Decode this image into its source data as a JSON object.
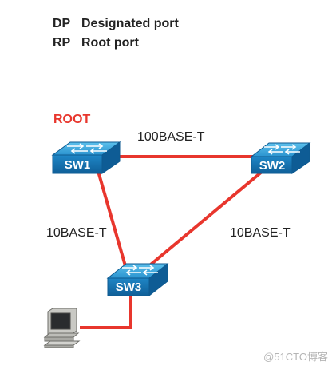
{
  "legend": [
    {
      "abbr": "DP",
      "text": "Designated port"
    },
    {
      "abbr": "RP",
      "text": "Root port"
    }
  ],
  "root_label": "ROOT",
  "switches": {
    "sw1": "SW1",
    "sw2": "SW2",
    "sw3": "SW3"
  },
  "links": {
    "sw1_sw2": "100BASE-T",
    "sw1_sw3": "10BASE-T",
    "sw2_sw3": "10BASE-T"
  },
  "colors": {
    "link": "#e8362d",
    "switch_body": "#1b7fc0",
    "switch_top": "#35a3dc",
    "root_label": "#e8362d"
  },
  "watermark": "@51CTO博客"
}
